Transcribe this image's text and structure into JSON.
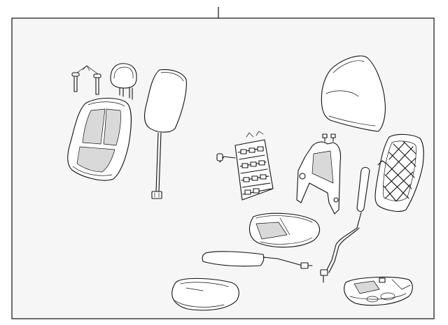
{
  "diagram": {
    "type": "exploded-parts-diagram",
    "colors": {
      "line": "#111111",
      "panel": "#f6f6f6",
      "part_fill": "#ffffff",
      "shade": "#d9d9d9",
      "dark_shade": "#9a9a9a"
    },
    "parts": [
      "headrest-guide-pins",
      "headrest",
      "seatback-trim-cover",
      "seatback-cushion-pad",
      "heater-element-seatback",
      "seatback-frame",
      "seatback-back-panel-outer",
      "seatback-back-panel",
      "seat-cushion-trim-cover",
      "seat-cushion-heater-element",
      "seat-cushion-pad",
      "wiring-harness",
      "seat-cushion-frame"
    ]
  }
}
